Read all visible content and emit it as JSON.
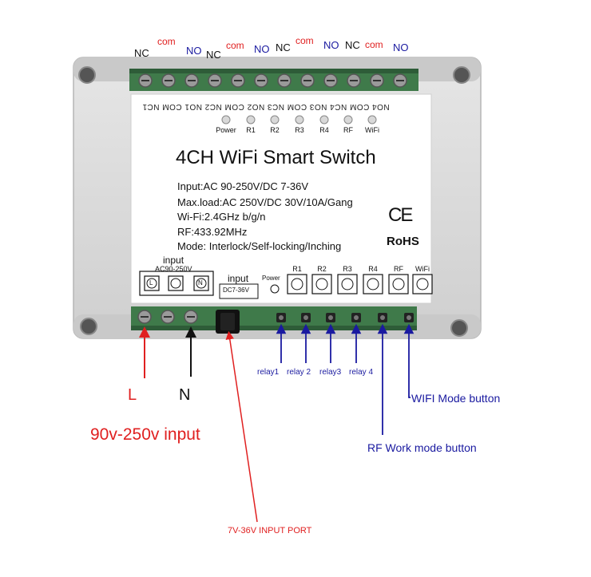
{
  "module": {
    "title": "4CH WiFi Smart Switch",
    "specs": [
      "Input:AC 90-250V/DC 7-36V",
      "Max.load:AC 250V/DC 30V/10A/Gang",
      "Wi-Fi:2.4GHz b/g/n",
      "RF:433.92MHz",
      "Mode: Interlock/Self-locking/Inching"
    ],
    "terminal_strip_print": "NO4 COM NC4 NO3 COM NC3 NO2 COM NC2 NO1 COM NC1",
    "leds": [
      "Power",
      "R1",
      "R2",
      "R3",
      "R4",
      "RF",
      "WiFi"
    ],
    "marks": {
      "ce": "CE",
      "rohs": "RoHS"
    },
    "ac_input": {
      "heading": "input",
      "range": "AC90-250V",
      "terminal_left": "L",
      "terminal_right": "N"
    },
    "dc_input": {
      "heading": "input",
      "range": "DC7-36V"
    },
    "power_indicator_label": "Power",
    "buttons": [
      "R1",
      "R2",
      "R3",
      "R4",
      "RF",
      "WiFi"
    ]
  },
  "top_terminal_labels": [
    {
      "text": "NC",
      "color": "#111111"
    },
    {
      "text": "com",
      "color": "#e02020"
    },
    {
      "text": "NO",
      "color": "#1a1aa0"
    },
    {
      "text": "NC",
      "color": "#111111"
    },
    {
      "text": "com",
      "color": "#e02020"
    },
    {
      "text": "NO",
      "color": "#1a1aa0"
    },
    {
      "text": "NC",
      "color": "#111111"
    },
    {
      "text": "com",
      "color": "#e02020"
    },
    {
      "text": "NO",
      "color": "#1a1aa0"
    },
    {
      "text": "NC",
      "color": "#111111"
    },
    {
      "text": "com",
      "color": "#e02020"
    },
    {
      "text": "NO",
      "color": "#1a1aa0"
    }
  ],
  "callouts": {
    "live": "L",
    "neutral": "N",
    "ac_input_range": "90v-250v input",
    "dc_port": "7V-36V INPUT PORT",
    "relays": [
      "relay1",
      "relay 2",
      "relay3",
      "relay 4"
    ],
    "rf_button": "RF Work mode button",
    "wifi_button": "WIFI Mode button"
  },
  "colors": {
    "red": "#e02020",
    "blue": "#1a1aa0",
    "black": "#111111",
    "housing": "#dadada",
    "label_panel": "#ffffff",
    "pcb": "#3f7a4a"
  }
}
